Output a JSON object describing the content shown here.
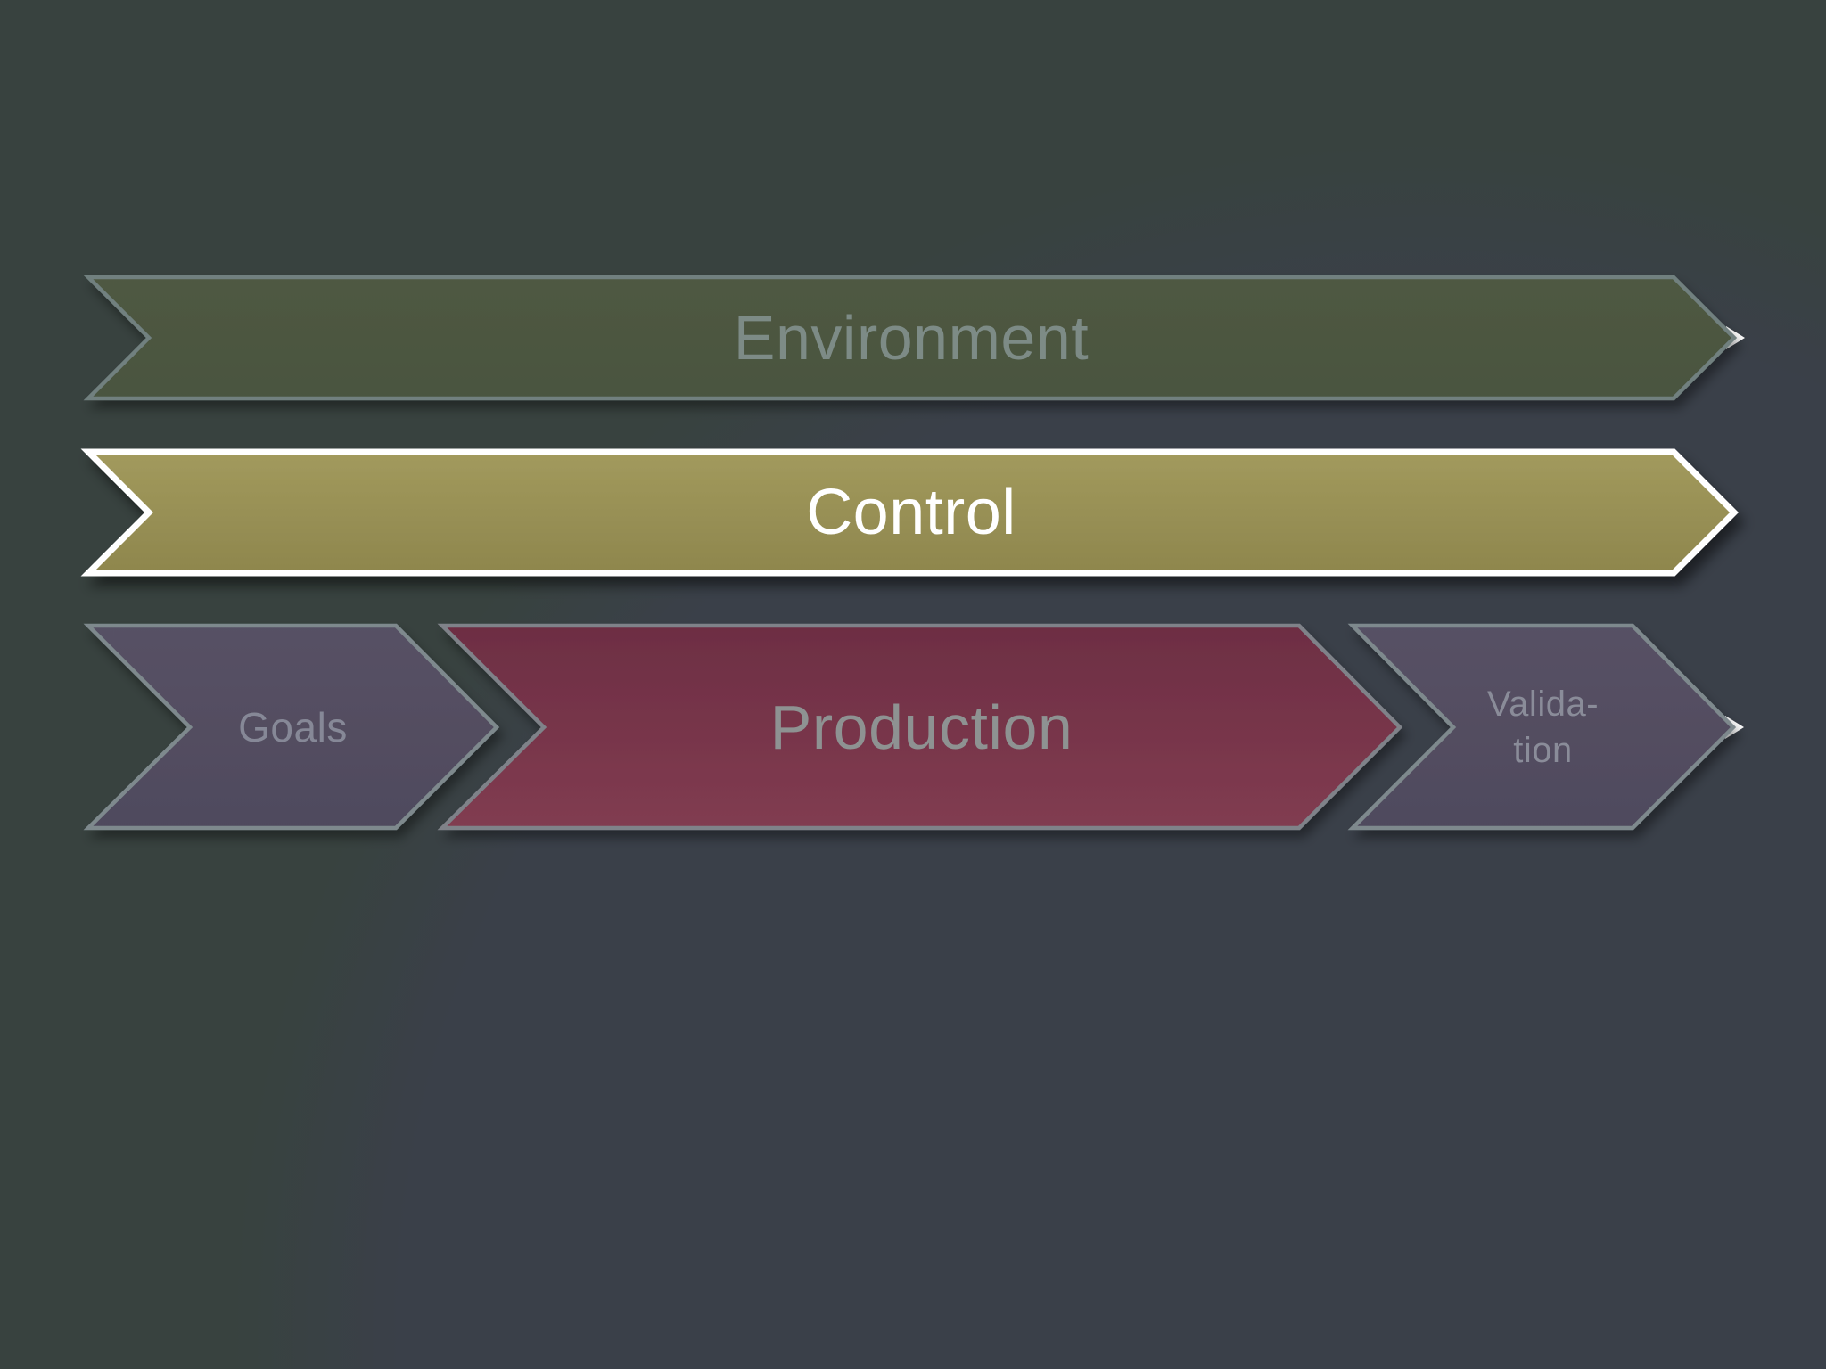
{
  "slide": {
    "type": "process-chevron-diagram",
    "background": {
      "base_color": "#38423f",
      "corner_glow_color": "#3a4049"
    }
  },
  "shapes": {
    "environment": {
      "label": "Environment",
      "fill_top": "#4f5942",
      "fill_bottom": "#4a5440",
      "border_color": "#71807f",
      "text_color": "#7d8b86",
      "tip_highlight_color": "#ffffff"
    },
    "control": {
      "label": "Control",
      "fill_top": "#a29a5d",
      "fill_bottom": "#8e864d",
      "border_color": "#ffffff",
      "text_color": "#ffffff"
    },
    "goals": {
      "label": "Goals",
      "fill_top": "#575165",
      "fill_bottom": "#4f4a5d",
      "border_color": "#7e898d",
      "text_color": "#868897"
    },
    "production": {
      "label": "Production",
      "fill_top": "#6d2e43",
      "fill_bottom": "#813c51",
      "border_color": "#7f8289",
      "text_color": "#8e9292"
    },
    "validation": {
      "label": "Valida-\ntion",
      "fill_top": "#575165",
      "fill_bottom": "#4f4a5d",
      "border_color": "#7e898d",
      "text_color": "#8a8c99",
      "tip_highlight_color": "#ffffff"
    }
  }
}
